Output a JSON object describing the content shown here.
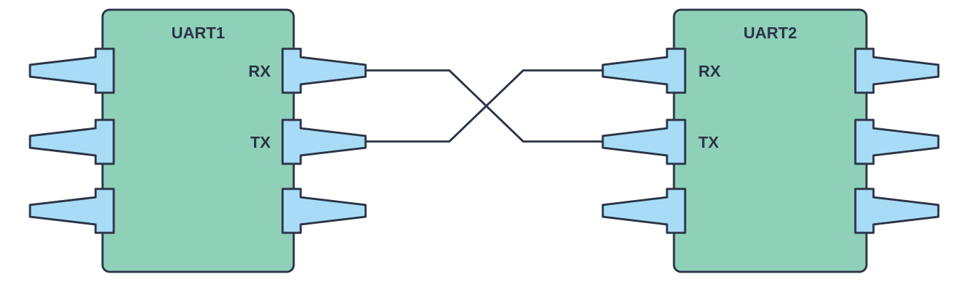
{
  "uart1": {
    "title": "UART1",
    "rx_label": "RX",
    "tx_label": "TX"
  },
  "uart2": {
    "title": "UART2",
    "rx_label": "RX",
    "tx_label": "TX"
  },
  "colors": {
    "chip_fill": "#8fd1b8",
    "pin_fill": "#a8dcf6",
    "outline": "#2b3446"
  }
}
